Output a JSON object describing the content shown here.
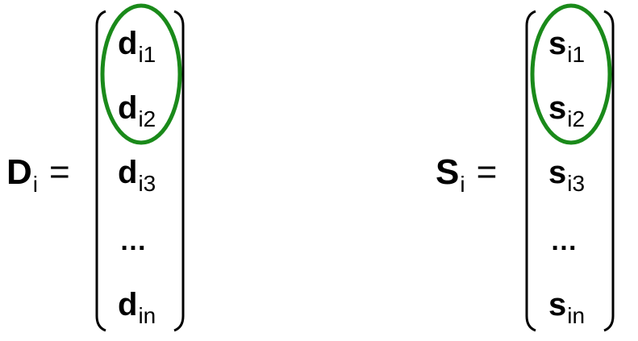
{
  "D": {
    "lhs_main": "D",
    "lhs_sub": "i",
    "equals": "=",
    "entries": [
      {
        "main": "d",
        "sub": "i1"
      },
      {
        "main": "d",
        "sub": "i2"
      },
      {
        "main": "d",
        "sub": "i3"
      },
      {
        "ellipsis": "…"
      },
      {
        "main": "d",
        "sub": "in"
      }
    ]
  },
  "S": {
    "lhs_main": "S",
    "lhs_sub": "i",
    "equals": "=",
    "entries": [
      {
        "main": "s",
        "sub": "i1"
      },
      {
        "main": "s",
        "sub": "i2"
      },
      {
        "main": "s",
        "sub": "i3"
      },
      {
        "ellipsis": "…"
      },
      {
        "main": "s",
        "sub": "in"
      }
    ]
  },
  "colors": {
    "highlight": "#1a8a1a",
    "ink": "#000000",
    "background": "#ffffff"
  }
}
